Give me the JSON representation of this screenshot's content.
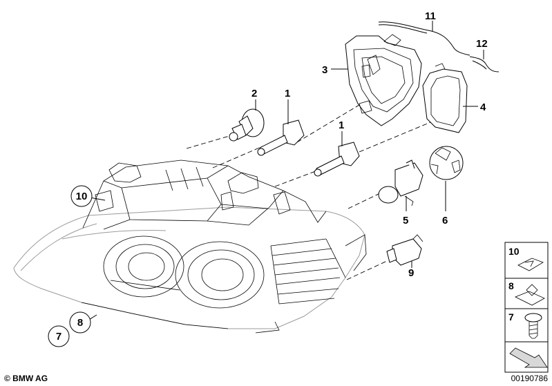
{
  "callouts": {
    "c1a": "1",
    "c1b": "1",
    "c2": "2",
    "c3": "3",
    "c4": "4",
    "c5": "5",
    "c6": "6",
    "c7": "7",
    "c8": "8",
    "c9": "9",
    "c10": "10",
    "c11": "11",
    "c12": "12"
  },
  "legend": {
    "item10": "10",
    "item8": "8",
    "item7": "7"
  },
  "footer": {
    "copyright": "© BMW AG",
    "image_id": "00190786"
  }
}
